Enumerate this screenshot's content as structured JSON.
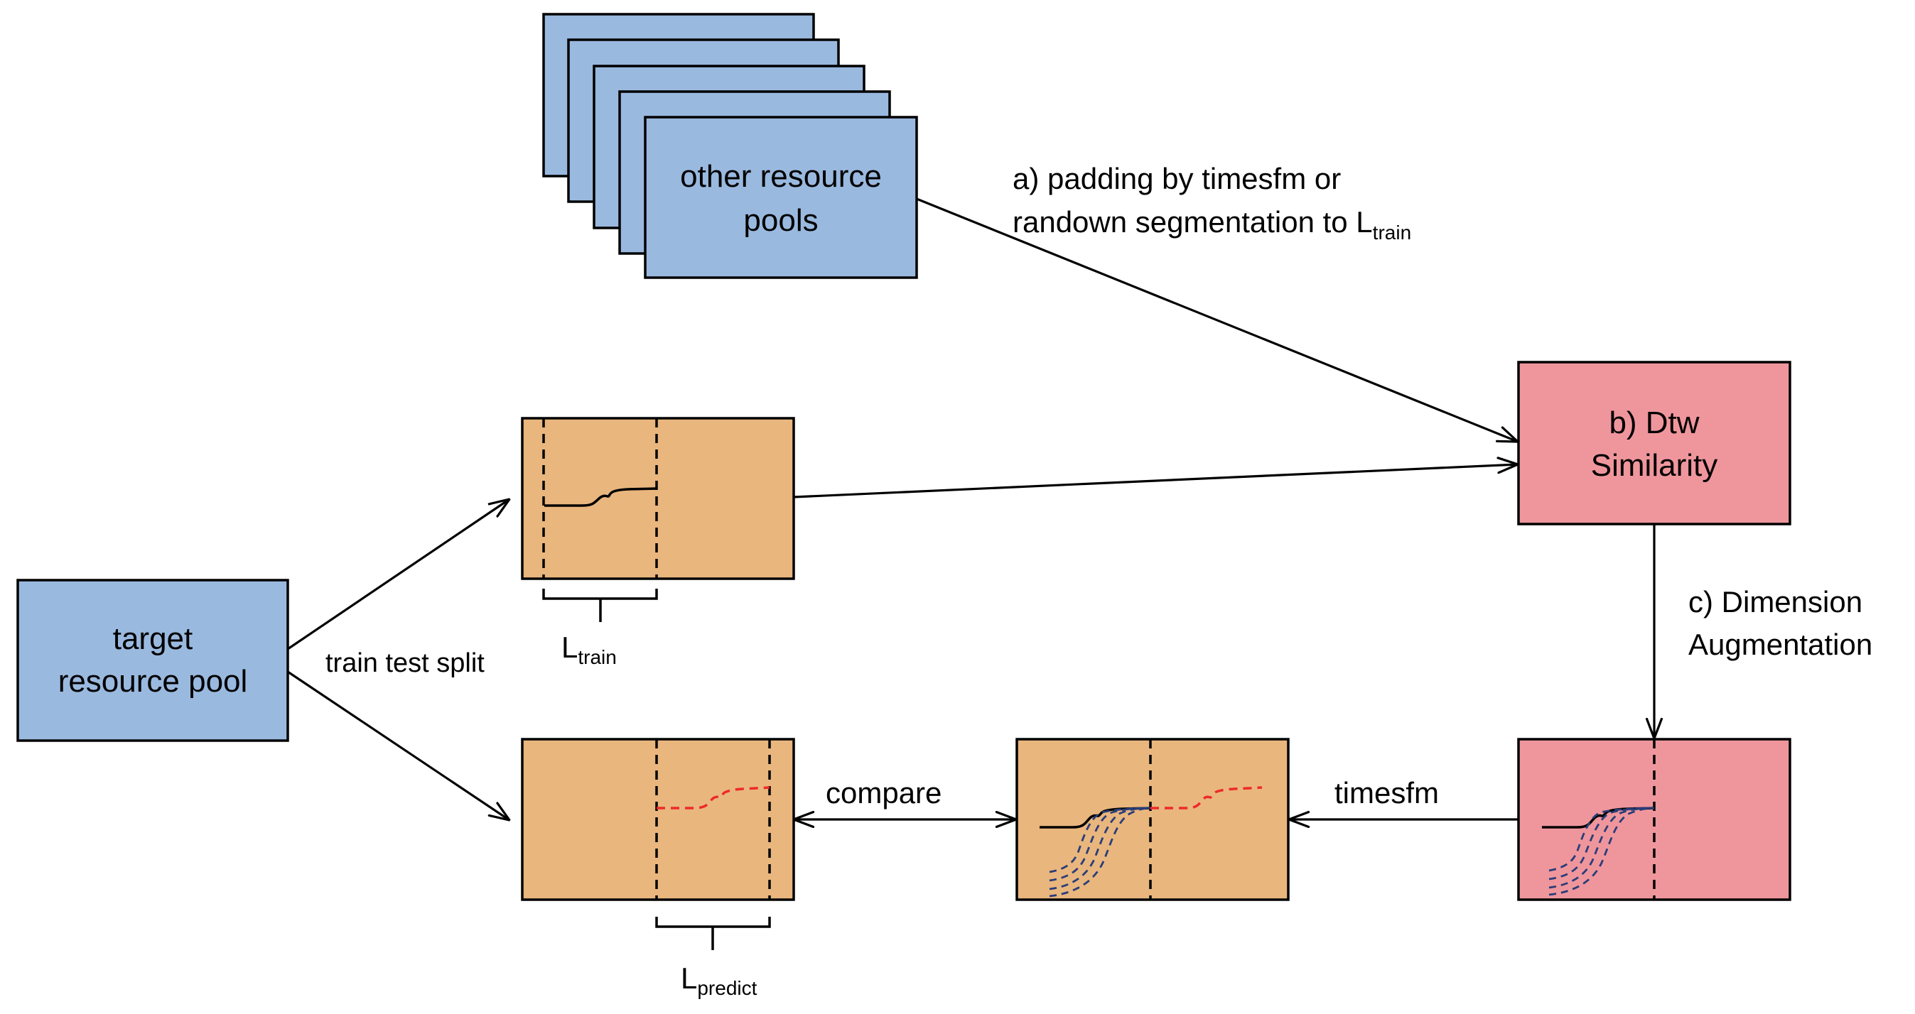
{
  "colors": {
    "blue_box": "#9ab9df",
    "orange_box": "#e9b67e",
    "pink_box": "#ef969d",
    "red_curve": "#ee2a2a",
    "navy_curve": "#2a3d78"
  },
  "nodes": {
    "other_pools": {
      "line1": "other resource",
      "line2": "pools"
    },
    "target_pool": {
      "line1": "target",
      "line2": "resource pool"
    },
    "dtw": {
      "line1": "b) Dtw",
      "line2": "Similarity"
    }
  },
  "labels": {
    "padding_line1": "a) padding by timesfm or",
    "padding_line2": "randown segmentation to L",
    "padding_sub": "train",
    "split": "train test split",
    "dimension_line1": "c) Dimension",
    "dimension_line2": "Augmentation",
    "timesfm": "timesfm",
    "compare": "compare",
    "ltrain_main": "L",
    "ltrain_sub": "train",
    "lpredict_main": "L",
    "lpredict_sub": "predict"
  }
}
